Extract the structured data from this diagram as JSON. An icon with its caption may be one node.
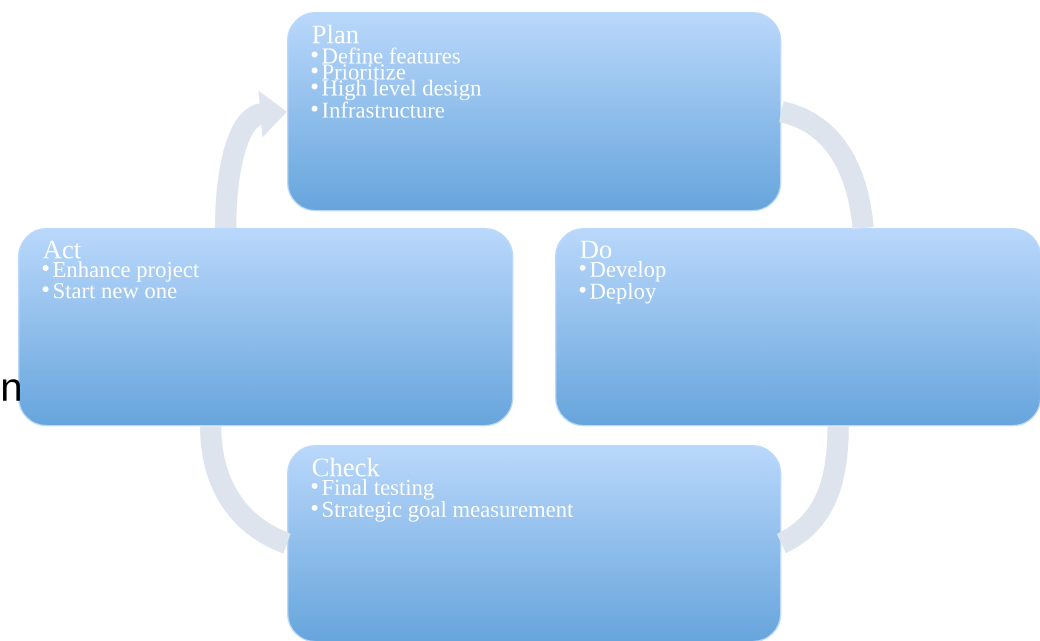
{
  "diagram": {
    "nodes": [
      {
        "text": [
          "Plan",
          "Define features",
          "Prioritize",
          "High level design",
          "Infrastructure"
        ]
      },
      {
        "text": [
          "Act",
          "Enhance project",
          "Start new one"
        ]
      },
      {
        "text": [
          "Do",
          "Develop",
          "Deploy"
        ]
      },
      {
        "text": [
          "Check",
          "Final testing",
          "Strategic goal measurement"
        ]
      }
    ],
    "edges": [
      {
        "from": 0,
        "to": 2,
        "arrow": "none"
      },
      {
        "from": 2,
        "to": 3,
        "arrow": "none"
      },
      {
        "from": 3,
        "to": 1,
        "arrow": "none"
      },
      {
        "from": 1,
        "to": 0,
        "arrow": "to"
      }
    ],
    "labels": [
      "n"
    ]
  }
}
